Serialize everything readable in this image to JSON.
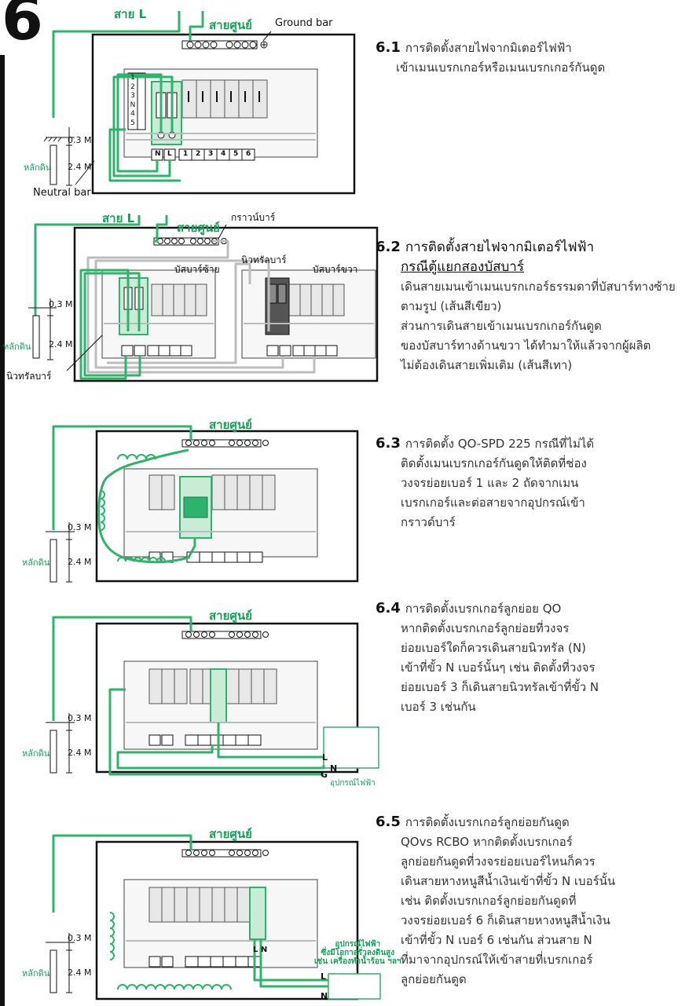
{
  "chapter_number": "6",
  "colors": {
    "wire_green": "#2db36b",
    "wire_grey": "#bdbdbd",
    "label_green": "#16a05a"
  },
  "sections": [
    {
      "number": "6.1",
      "lines": [
        "การติดตั้งสายไฟจากมิเตอร์ไฟฟ้า",
        "เข้าเมนเบรกเกอร์หรือเมนเบรกเกอร์กันดูด"
      ]
    },
    {
      "number": "6.2",
      "heading": "การติดตั้งสายไฟจากมิเตอร์ไฟฟ้า",
      "subheading": "กรณีตู้แยกสองบัสบาร์",
      "lines": [
        "เดินสายเมนเข้าเมนเบรกเกอร์ธรรมดาที่บัสบาร์ทางซ้าย",
        "ตามรูป (เส้นสีเขียว)",
        "ส่วนการเดินสายเข้าเมนเบรกเกอร์กันดูด",
        "ของบัสบาร์ทางด้านขวา ได้ทำมาให้แล้วจากผู้ผลิต",
        "ไม่ต้องเดินสายเพิ่มเติม (เส้นสีเทา)"
      ]
    },
    {
      "number": "6.3",
      "lines": [
        "การติดตั้ง QO-SPD 225 กรณีที่ไม่ได้",
        "ติดตั้งเมนเบรกเกอร์กันดูดให้ติดที่ช่อง",
        "วงจรย่อยเบอร์ 1 และ 2 ถัดจากเมน",
        "เบรกเกอร์และต่อสายจากอุปกรณ์เข้า",
        "กราวด์บาร์"
      ]
    },
    {
      "number": "6.4",
      "lines": [
        "การติดตั้งเบรกเกอร์ลูกย่อย QO",
        "หากติดตั้งเบรกเกอร์ลูกย่อยที่วงจร",
        "ย่อยเบอร์ใดก็ควรเดินสายนิวทรัล (N)",
        "เข้าที่ขั้ว N เบอร์นั้นๆ เช่น ติดตั้งที่วงจร",
        "ย่อยเบอร์ 3 ก็เดินสายนิวทรัลเข้าที่ขั้ว N",
        "เบอร์ 3 เช่นกัน"
      ]
    },
    {
      "number": "6.5",
      "lines": [
        "การติดตั้งเบรกเกอร์ลูกย่อยกันดูด",
        "QOvs RCBO หากติดตั้งเบรกเกอร์",
        "ลูกย่อยกันดูดที่วงจรย่อยเบอร์ไหนก็ควร",
        "เดินสายหางหนูสีน้ำเงินเข้าที่ขั้ว N เบอร์นั้น",
        "เช่น ติดตั้งเบรกเกอร์ลูกย่อยกันดูดที่",
        "วงจรย่อยเบอร์ 6 ก็เดินสายหางหนูสีน้ำเงิน",
        "เข้าที่ขั้ว N เบอร์ 6 เช่นกัน ส่วนสาย N",
        "ที่มาจากอุปกรณ์ให้เข้าสายที่เบรกเกอร์",
        "ลูกย่อยกันดูด"
      ]
    }
  ],
  "labels": {
    "sai_l": "สาย L",
    "sai_soon": "สายศูนย์",
    "ground_bar_en": "Ground bar",
    "neutral_bar_en": "Neutral bar",
    "ground_rod": "หลักดิน",
    "depth_top": "0.3 M",
    "depth_rod": "2.4 M",
    "ground_bar_th": "กราวน์บาร์",
    "neutral_bar_th": "นิวทรัลบาร์",
    "busbar_left": "บัสบาร์ซ้าย",
    "busbar_right": "บัสบาร์ขวา",
    "device": "อุปกรณ์ไฟฟ้า",
    "device_long_1": "อุปกรณ์ไฟฟ้า",
    "device_long_2": "ซึ่งมีโอกาสรั่วลงดินสูง",
    "device_long_3": "เช่น เครื่องทำน้ำร้อน ฯลฯ",
    "terminal_L": "L",
    "terminal_N": "N",
    "terminal_G": "G",
    "terminal_LN": "L N",
    "row_numbers": [
      "1",
      "2",
      "3",
      "4",
      "5",
      "6"
    ],
    "row_nums_4": [
      "1",
      "2",
      "3",
      "N",
      "4"
    ],
    "bottom_strip_6": [
      "N",
      "L",
      "1",
      "2",
      "3",
      "4",
      "5",
      "6"
    ],
    "bottom_strip_4": [
      "N",
      "L",
      "1",
      "2",
      "3",
      "4"
    ]
  }
}
